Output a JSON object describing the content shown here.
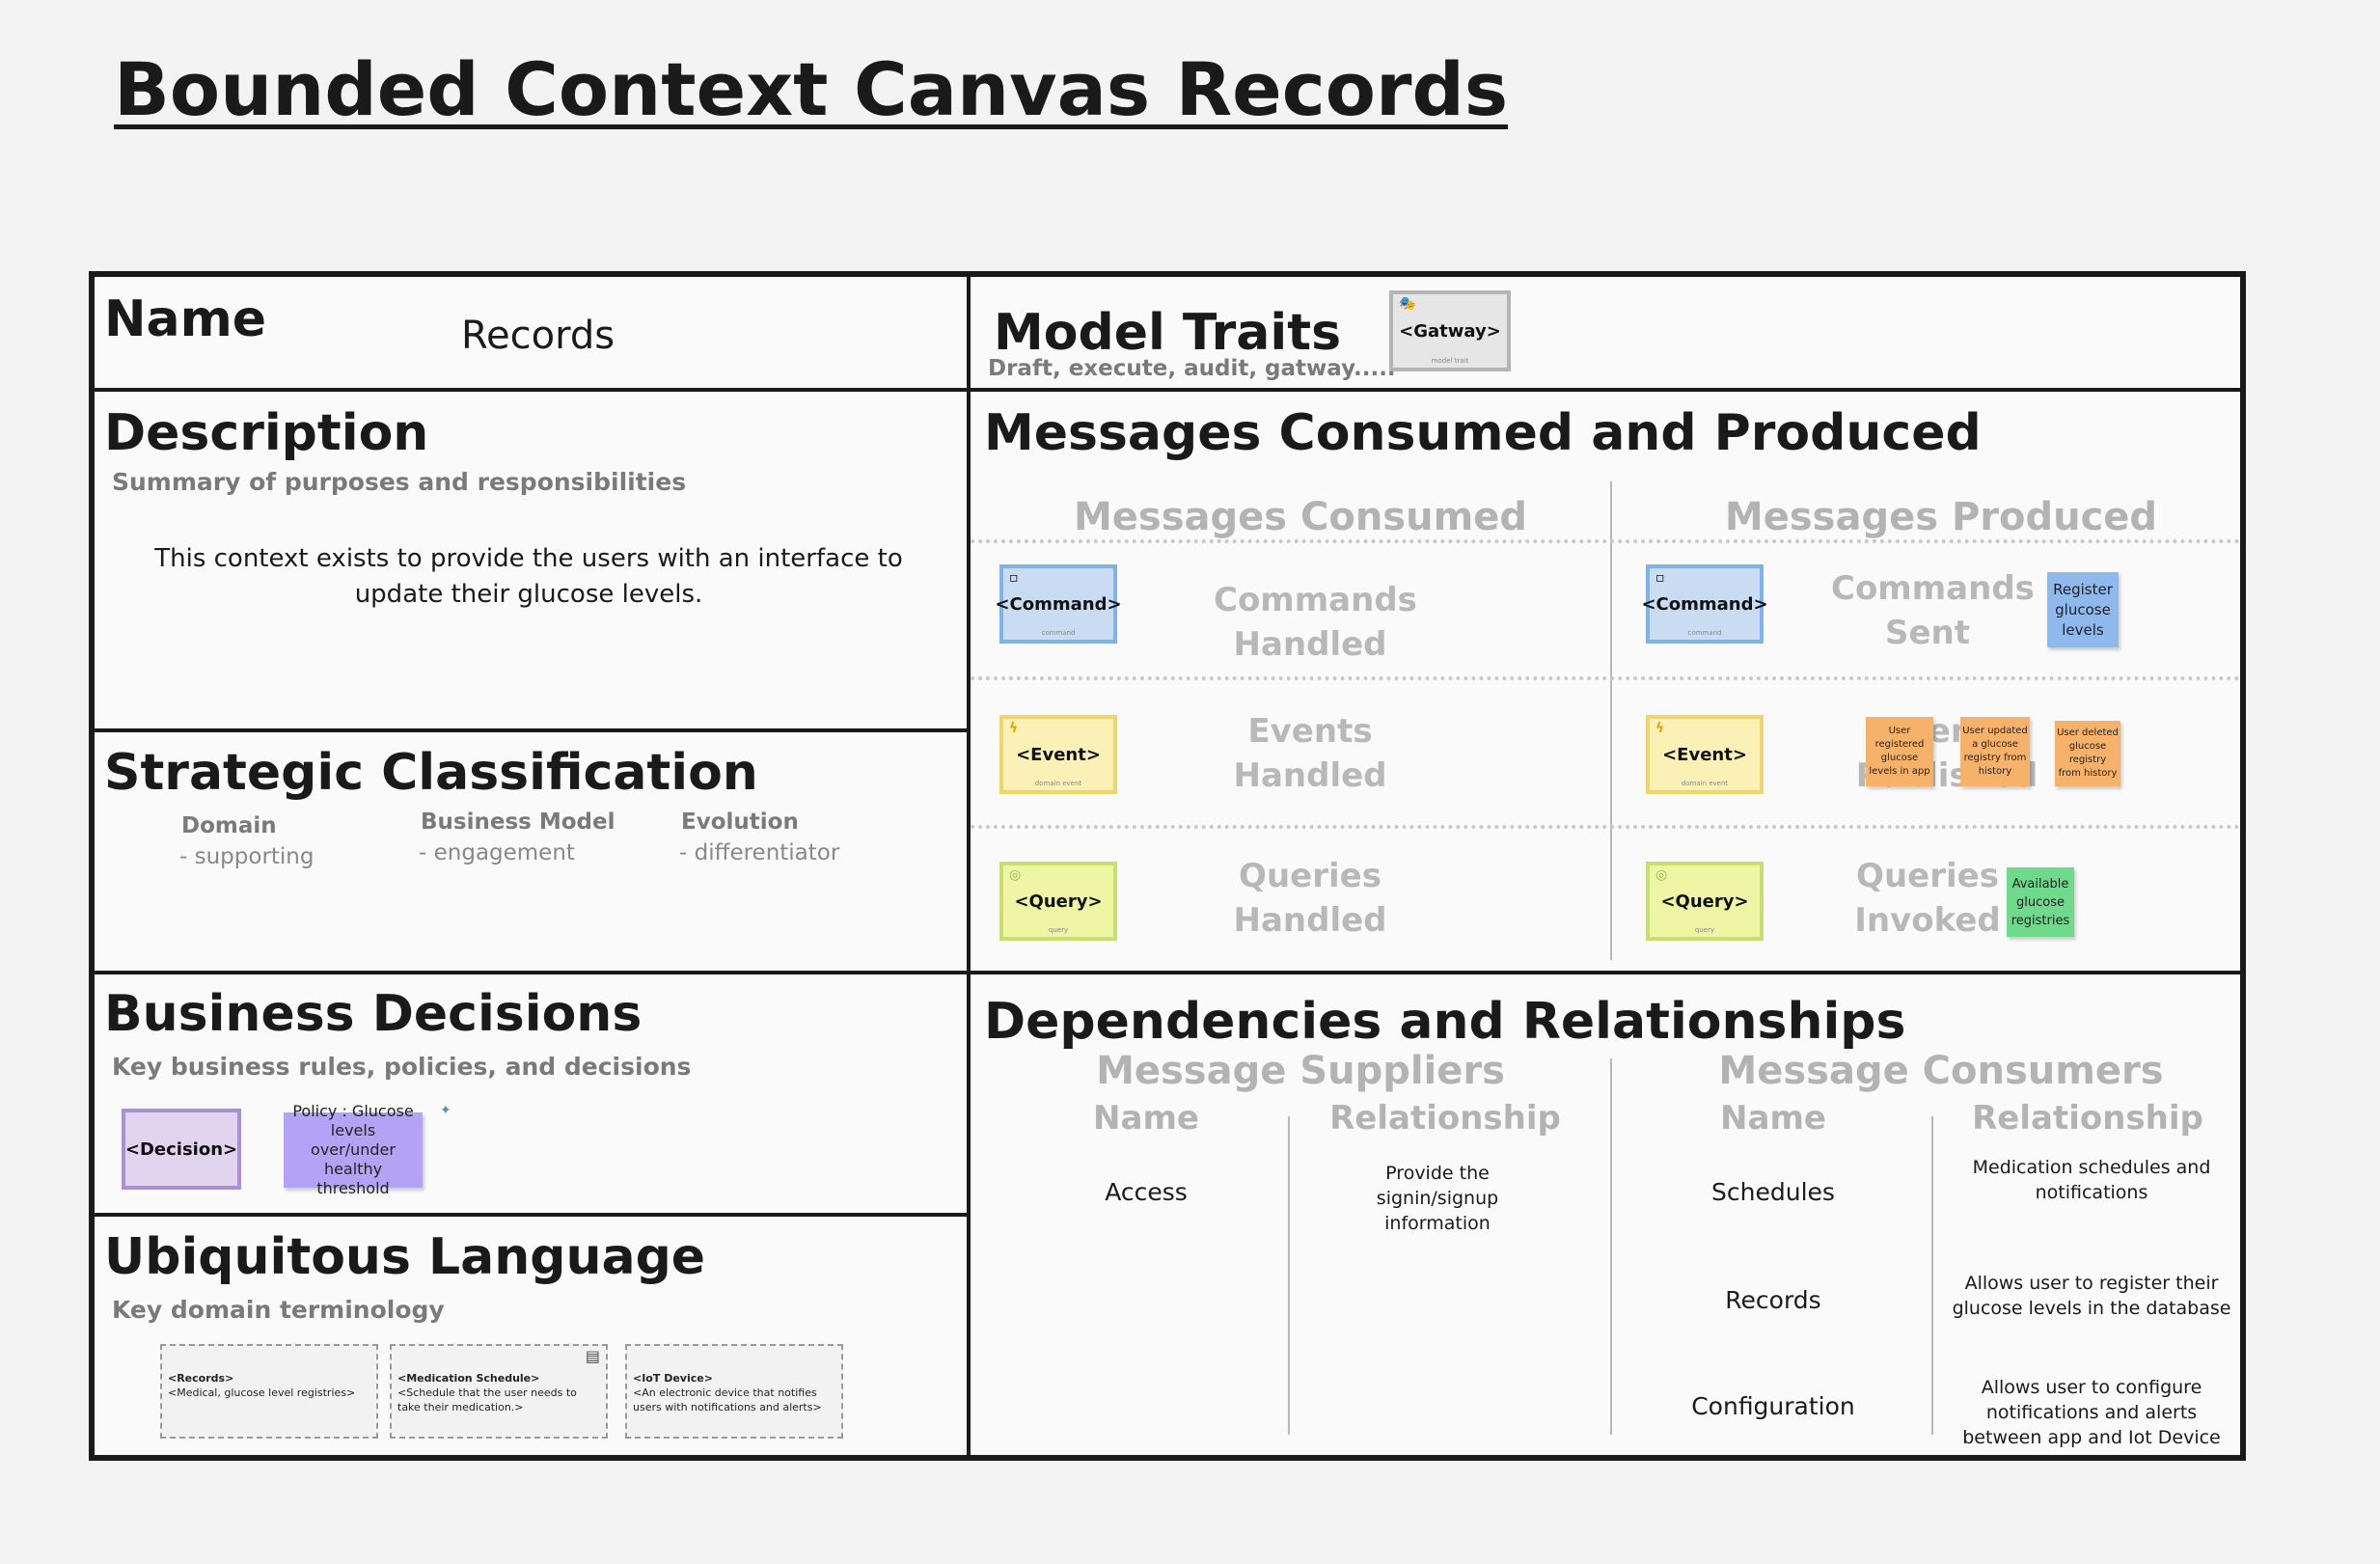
{
  "page_title": "Bounded Context Canvas Records",
  "name_section": {
    "heading": "Name",
    "value": "Records"
  },
  "model_traits": {
    "heading": "Model Traits",
    "subtitle": "Draft, execute, audit, gatway.....",
    "card": {
      "label": "<Gatway>",
      "footer": "model trait",
      "icon": "mask-icon"
    }
  },
  "description": {
    "heading": "Description",
    "subtitle": "Summary of purposes and responsibilities",
    "text": "This context exists to provide the users with an interface to update their glucose levels."
  },
  "strategic": {
    "heading": "Strategic Classification",
    "columns": [
      {
        "label": "Domain",
        "value": "- supporting"
      },
      {
        "label": "Business Model",
        "value": "- engagement"
      },
      {
        "label": "Evolution",
        "value": "- differentiator"
      }
    ]
  },
  "business_decisions": {
    "heading": "Business Decisions",
    "subtitle": "Key business rules, policies, and decisions",
    "decision_card": "<Decision>",
    "policy_sticky": "Policy : Glucose levels over/under healthy threshold"
  },
  "ubiquitous_language": {
    "heading": "Ubiquitous Language",
    "subtitle": "Key domain terminology",
    "terms": [
      {
        "title": "<Records>",
        "text": "<Medical, glucose level registries>"
      },
      {
        "title": "<Medication Schedule>",
        "text": "<Schedule that the user needs to take their medication.>"
      },
      {
        "title": "<IoT Device>",
        "text": "<An electronic device that notifies users with notifications and alerts>"
      }
    ]
  },
  "messages": {
    "heading": "Messages Consumed and Produced",
    "consumed_heading": "Messages Consumed",
    "produced_heading": "Messages Produced",
    "cards": {
      "command": {
        "label": "<Command>",
        "footer": "command"
      },
      "event": {
        "label": "<Event>",
        "footer": "domain event"
      },
      "query": {
        "label": "<Query>",
        "footer": "query"
      }
    },
    "rows": {
      "commands_handled": "Commands Handled",
      "events_handled": "Events Handled",
      "queries_handled": "Queries Handled",
      "commands_sent": "Commands Sent",
      "events_published": "Events Published",
      "queries_invoked": "Queries Invoked"
    },
    "stickies": {
      "register": "Register glucose levels",
      "event1": "User registered glucose levels in app",
      "event2": "User updated a glucose registry from history",
      "event3": "User deleted glucose registry from history",
      "query": "Available glucose registries"
    },
    "colors": {
      "command_sticky": "#8fb8ec",
      "event_sticky": "#f6b26b",
      "query_sticky": "#6fd98c"
    }
  },
  "dependencies": {
    "heading": "Dependencies and Relationships",
    "suppliers_heading": "Message Suppliers",
    "consumers_heading": "Message Consumers",
    "col_name": "Name",
    "col_relationship": "Relationship",
    "suppliers": [
      {
        "name": "Access",
        "relationship": "Provide the signin/signup information"
      }
    ],
    "consumers": [
      {
        "name": "Schedules",
        "relationship": "Medication schedules and notifications"
      },
      {
        "name": "Records",
        "relationship": "Allows user to register their glucose levels in the database"
      },
      {
        "name": "Configuration",
        "relationship": "Allows user to configure notifications and alerts between app and Iot Device"
      }
    ]
  }
}
